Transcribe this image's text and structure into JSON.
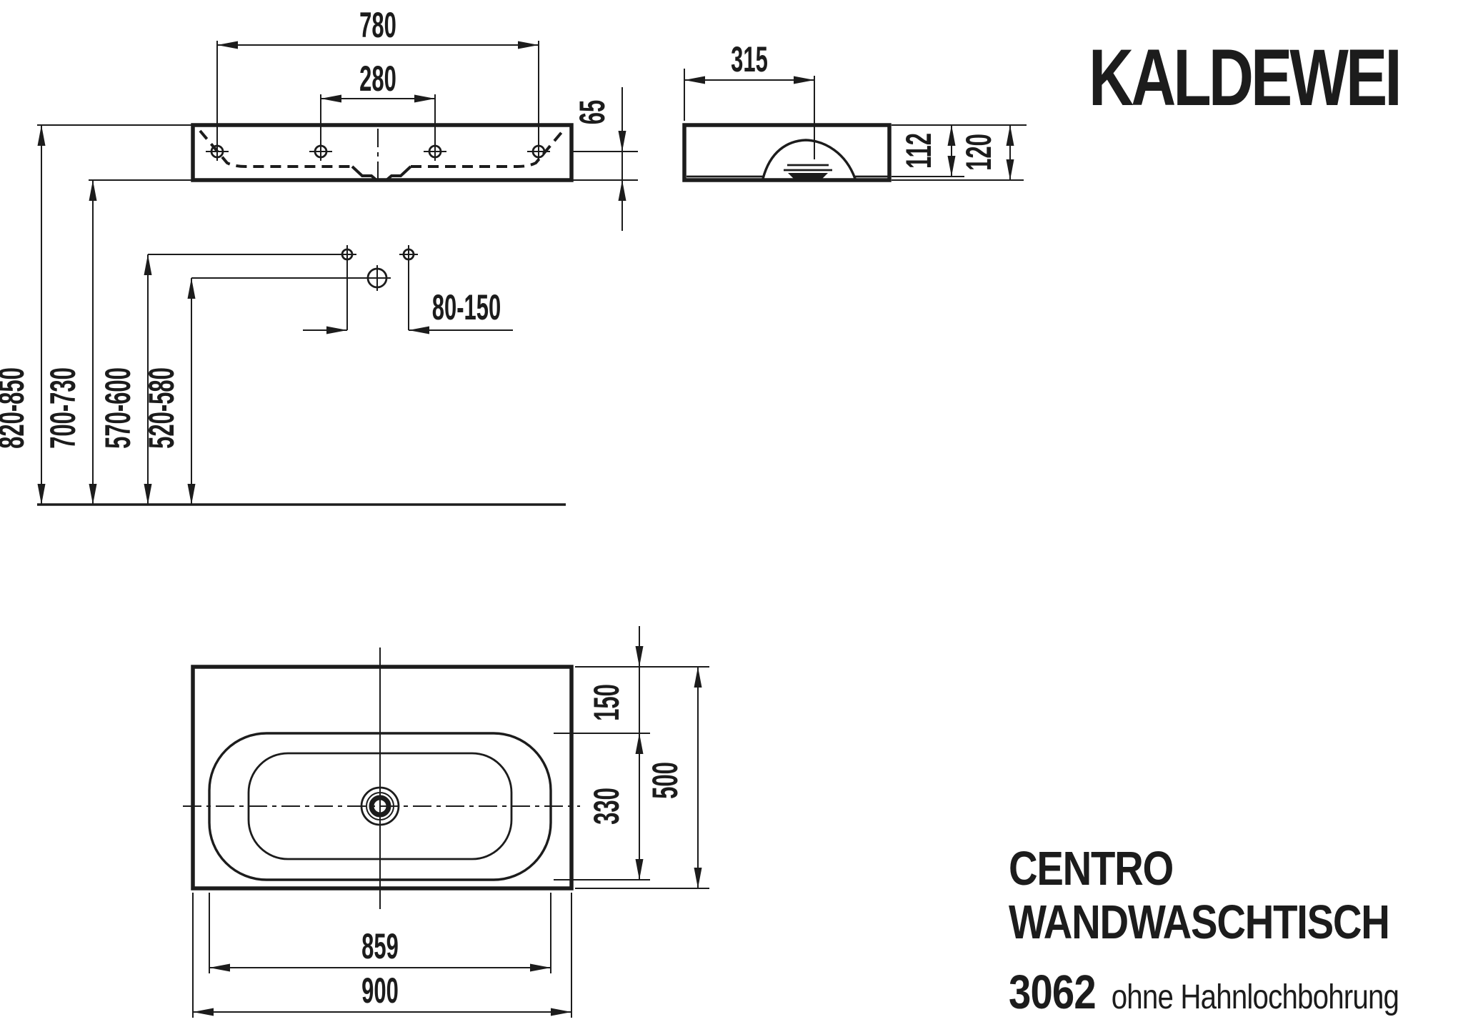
{
  "colors": {
    "ink": "#1c1c1c",
    "background": "#ffffff"
  },
  "brand": {
    "logo": "KALDEWEI"
  },
  "title": {
    "product": "CENTRO",
    "type": "WANDWASCHTISCH",
    "model": "3062",
    "variant": "ohne Hahnlochbohrung"
  },
  "views": {
    "front": {
      "dims": {
        "rim_width": "780",
        "tap_hole_spacing": "280",
        "rim_to_tap_line": "65",
        "rim_height": "820-850",
        "underside_height": "700-730",
        "drain_height": "570-600",
        "trap_height": "520-580",
        "drain_offset_range": "80-150"
      }
    },
    "side": {
      "dims": {
        "wall_to_tap": "315",
        "inner_depth": "112",
        "total_depth": "120"
      }
    },
    "plan": {
      "dims": {
        "front_edge_to_basin": "150",
        "basin_front_back": "330",
        "total_depth": "500",
        "basin_width": "859",
        "total_width": "900"
      }
    }
  }
}
